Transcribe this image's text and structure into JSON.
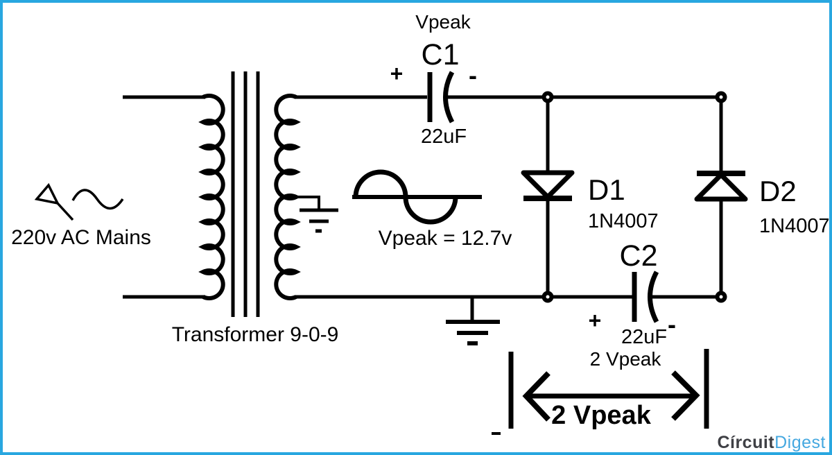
{
  "colors": {
    "background": "#ffffff",
    "border": "#29a7e0",
    "ink": "#000000",
    "logo_dark": "#3f4045",
    "logo_blue": "#45a8e0"
  },
  "source": {
    "label": "220v AC Mains"
  },
  "transformer": {
    "label": "Transformer 9-0-9"
  },
  "c1": {
    "top_label": "Vpeak",
    "name": "C1",
    "plus": "+",
    "minus": "-",
    "value": "22uF"
  },
  "sine": {
    "caption": "Vpeak = 12.7v"
  },
  "d1": {
    "name": "D1",
    "part": "1N4007"
  },
  "d2": {
    "name": "D2",
    "part": "1N4007"
  },
  "c2": {
    "name": "C2",
    "plus": "+",
    "minus": "-",
    "value": "22uF",
    "voltage_label": "2 Vpeak"
  },
  "output": {
    "arrow_label": "2 Vpeak"
  },
  "logo": {
    "circuit": "Círcuit",
    "digest": "Digest"
  }
}
